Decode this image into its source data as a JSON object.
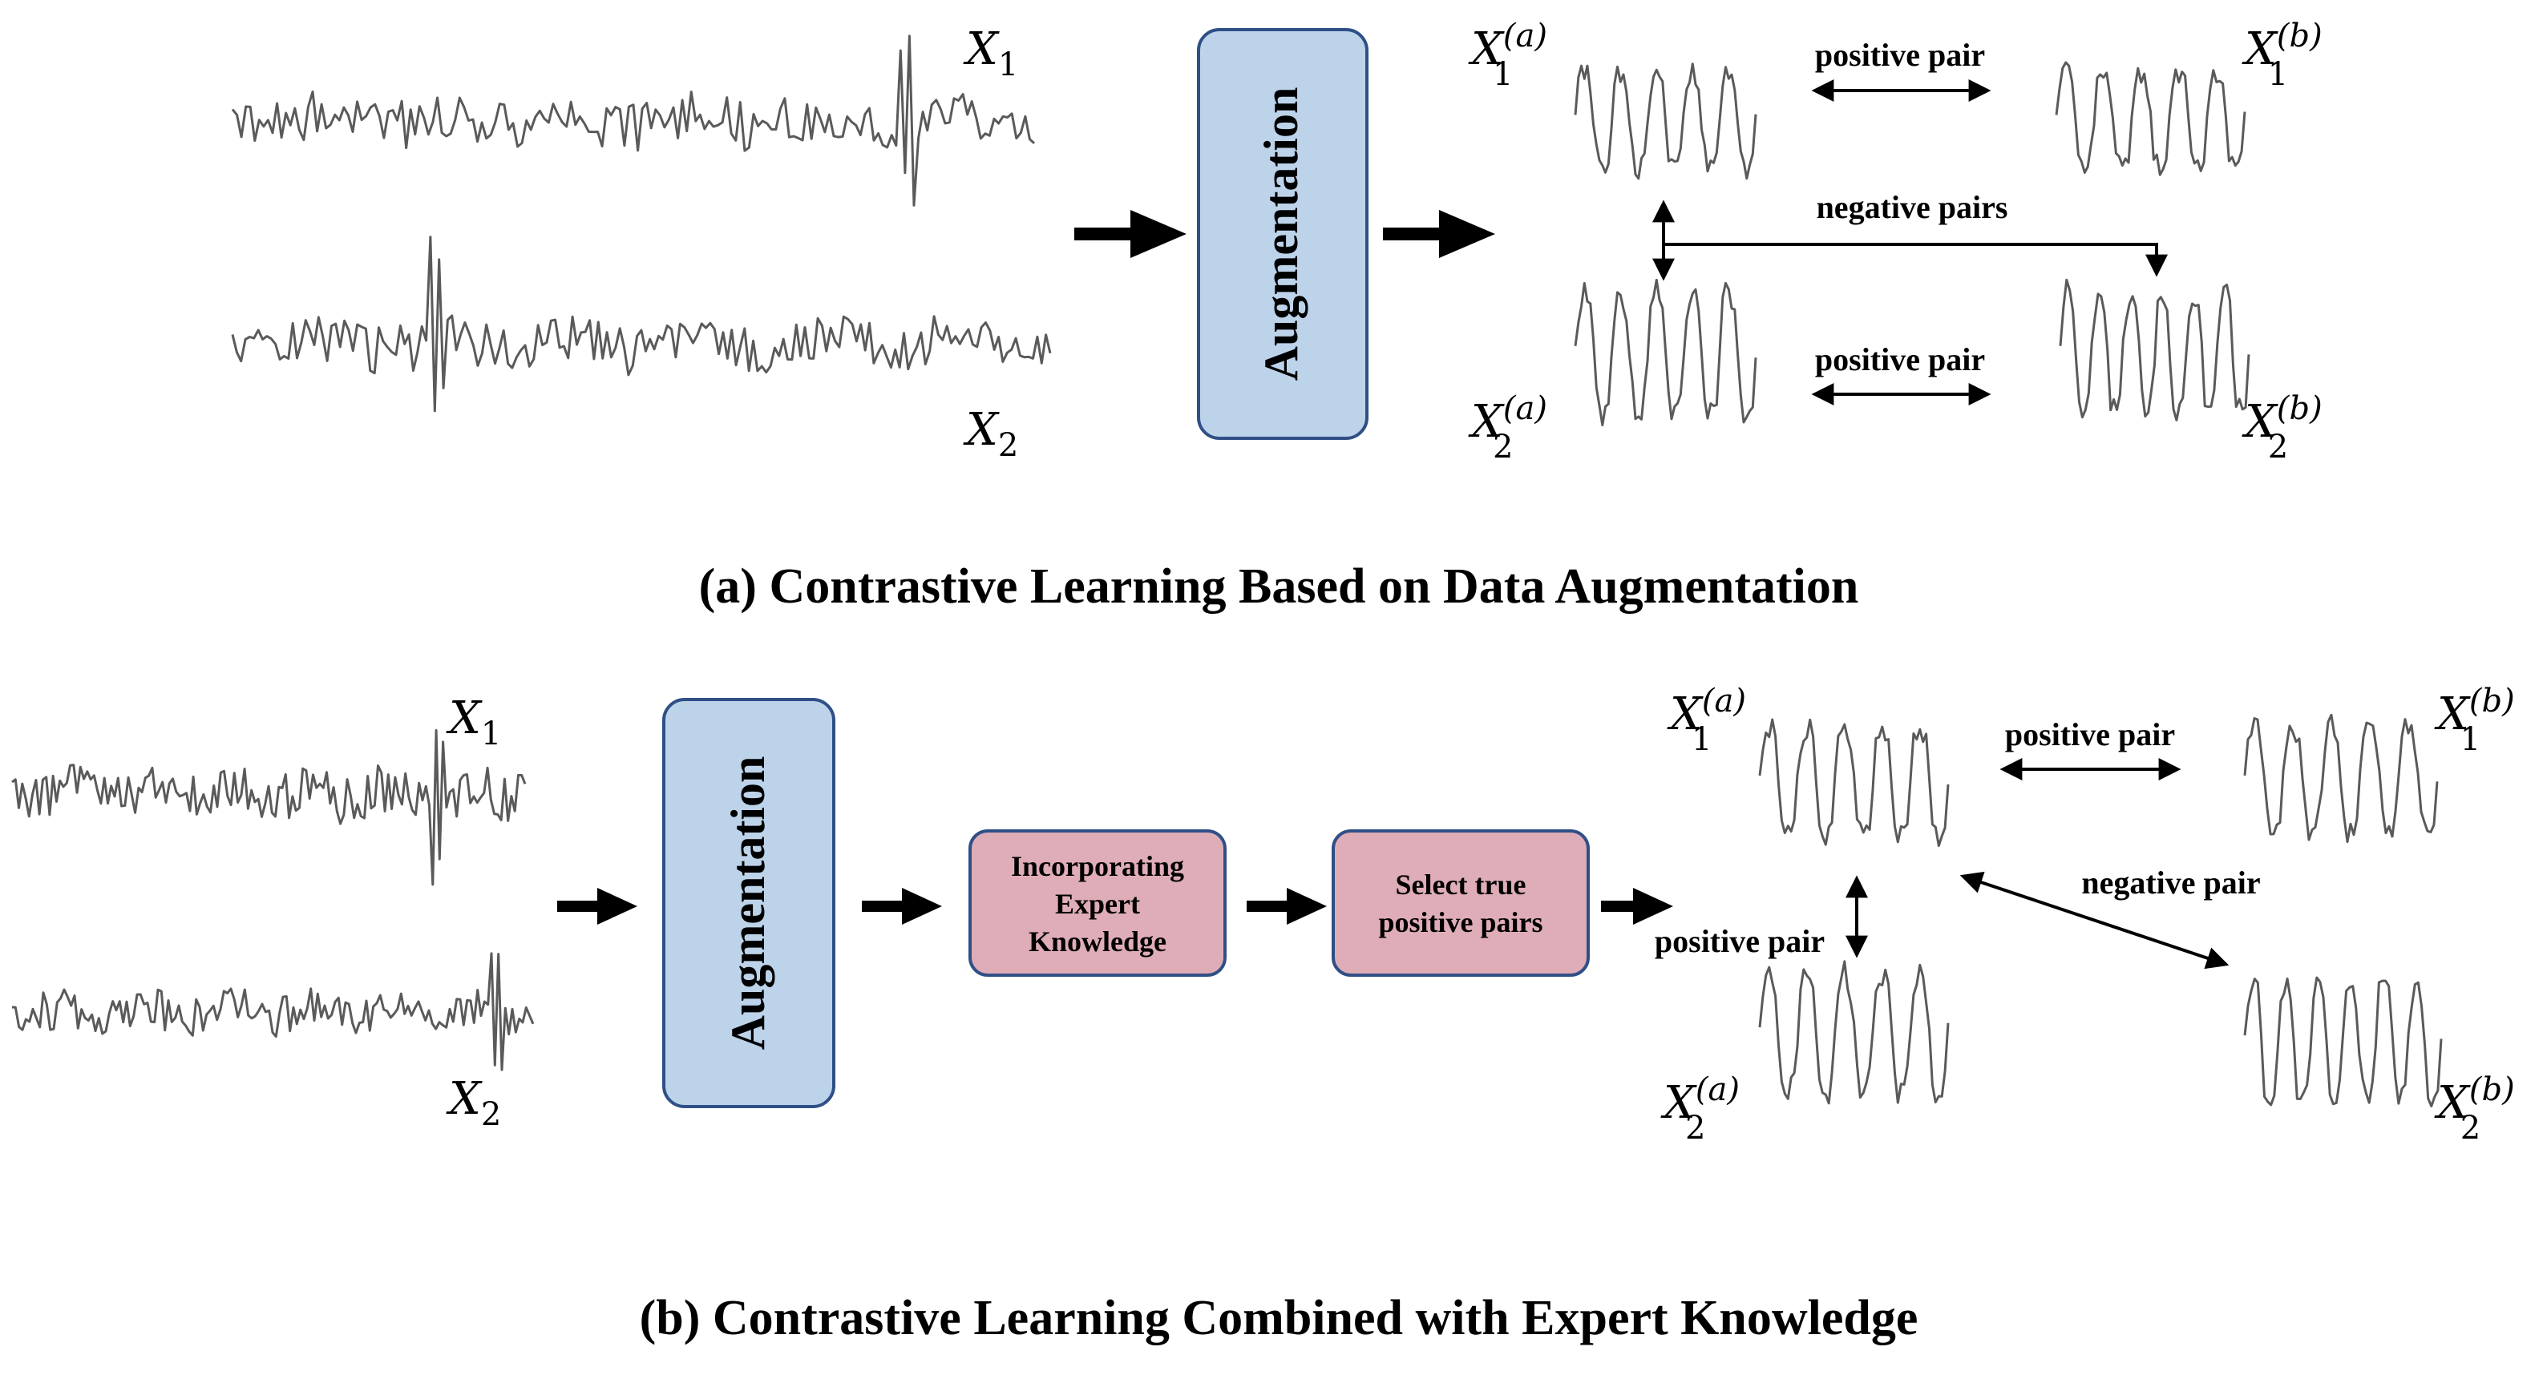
{
  "colors": {
    "signal": "#5a5a5a",
    "arrow": "#000000",
    "augmentation_fill": "#bdd3ea",
    "augmentation_stroke": "#2f4f86",
    "expert_fill": "#dfadb7",
    "expert_stroke": "#2f4f86"
  },
  "panel_a": {
    "caption": "(a) Contrastive Learning Based on Data Augmentation",
    "augmentation_label": "Augmentation",
    "input_labels": {
      "x1_base": "X",
      "x1_sub": "1",
      "x2_base": "X",
      "x2_sub": "2"
    },
    "view_labels": {
      "x1a": {
        "base": "X",
        "sub": "1",
        "sup": "(a)"
      },
      "x1b": {
        "base": "X",
        "sub": "1",
        "sup": "(b)"
      },
      "x2a": {
        "base": "X",
        "sub": "2",
        "sup": "(a)"
      },
      "x2b": {
        "base": "X",
        "sub": "2",
        "sup": "(b)"
      }
    },
    "positive_pair_top": "positive pair",
    "positive_pair_bottom": "positive pair",
    "negative_pairs": "negative pairs"
  },
  "panel_b": {
    "caption": "(b) Contrastive Learning Combined with Expert Knowledge",
    "augmentation_label": "Augmentation",
    "expert_box": [
      "Incorporating",
      "Expert",
      "Knowledge"
    ],
    "select_box": [
      "Select true",
      "positive pairs"
    ],
    "input_labels": {
      "x1_base": "X",
      "x1_sub": "1",
      "x2_base": "X",
      "x2_sub": "2"
    },
    "view_labels": {
      "x1a": {
        "base": "X",
        "sub": "1",
        "sup": "(a)"
      },
      "x1b": {
        "base": "X",
        "sub": "1",
        "sup": "(b)"
      },
      "x2a": {
        "base": "X",
        "sub": "2",
        "sup": "(a)"
      },
      "x2b": {
        "base": "X",
        "sub": "2",
        "sup": "(b)"
      }
    },
    "positive_pair_top": "positive pair",
    "positive_pair_vertical": "positive pair",
    "negative_pair": "negative pair"
  }
}
